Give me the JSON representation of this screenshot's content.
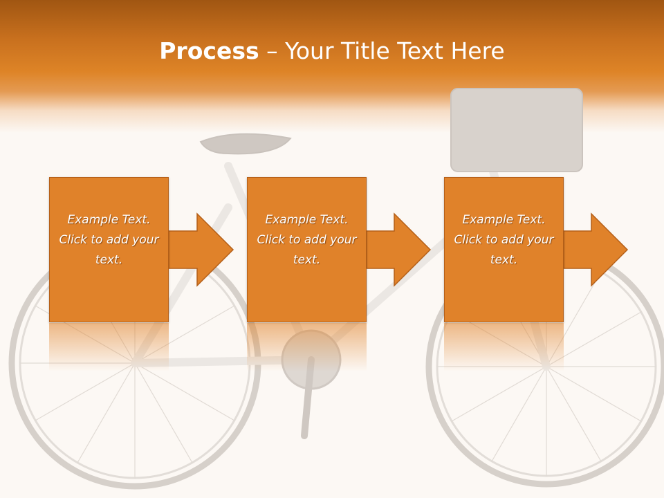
{
  "title": {
    "bold": "Process",
    "separator": " – ",
    "rest": "Your Title Text Here"
  },
  "steps": [
    {
      "text": "Example Text. Click  to add your text."
    },
    {
      "text": "Example Text. Click  to add your text."
    },
    {
      "text": "Example Text. Click  to add your text."
    }
  ],
  "colors": {
    "header": "#de8427",
    "box": "#e0822a",
    "box_border": "#b45f18",
    "background": "#fcf8f4"
  },
  "background_image": "bicycle-photo"
}
